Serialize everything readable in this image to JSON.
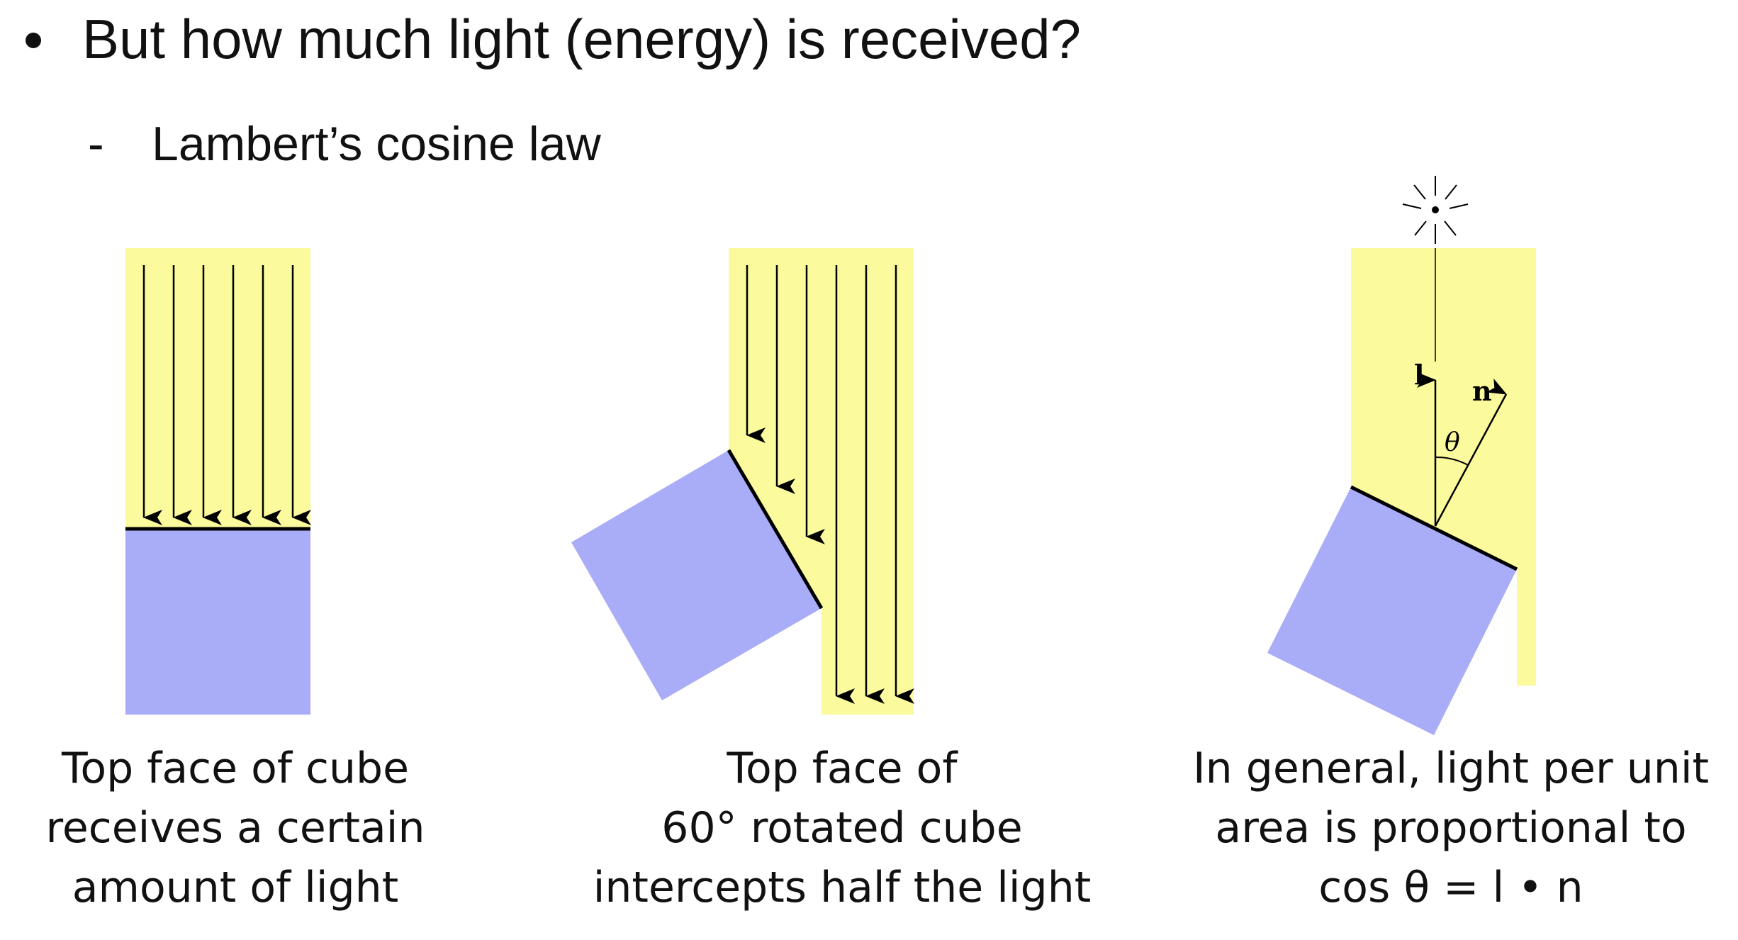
{
  "slide": {
    "bullet": "But how much light (energy) is received?",
    "sub_bullet_marker": "-",
    "sub_bullet": "Lambert’s cosine law"
  },
  "colors": {
    "light_region": "#FBFA9C",
    "cube_face": "#A9ACF6",
    "stroke": "#000000",
    "text": "#111111"
  },
  "panels": [
    {
      "caption_lines": [
        "Top face of cube",
        "receives a certain",
        "amount of light"
      ]
    },
    {
      "caption_lines": [
        "Top face of",
        "60° rotated cube",
        "intercepts half the light"
      ]
    },
    {
      "vector_labels": {
        "light": "l",
        "normal": "n",
        "angle": "θ"
      },
      "caption_lines": [
        "In general, light per unit",
        "area is proportional to",
        "cos θ = l • n"
      ]
    }
  ]
}
